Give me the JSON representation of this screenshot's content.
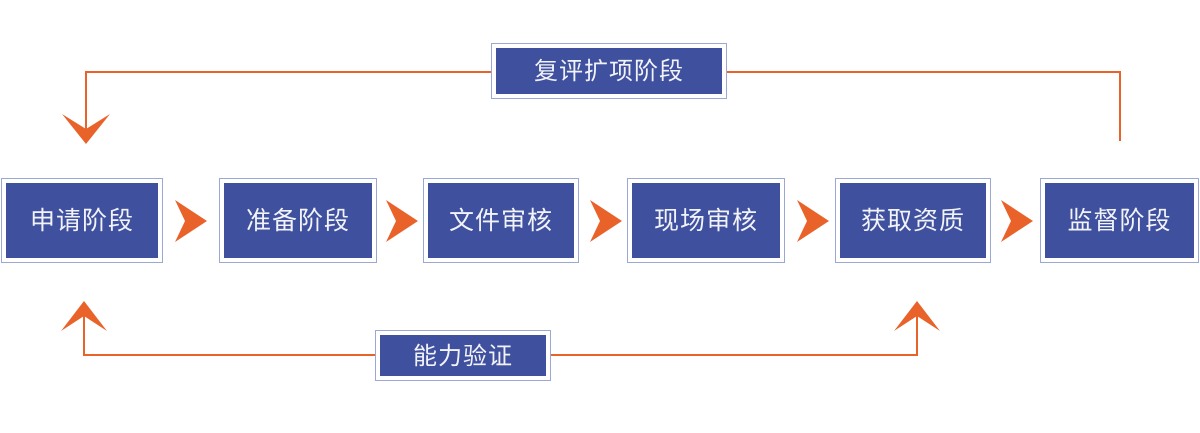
{
  "diagram": {
    "title_semantic": "certification-process-flow",
    "colors": {
      "box_fill": "#3F509E",
      "box_outer_border": "#9BA7D4",
      "box_text": "#F2F3F8",
      "connector_orange": "#E8622A",
      "background": "#FFFFFF"
    },
    "stages": [
      {
        "id": "application",
        "label": "申请阶段"
      },
      {
        "id": "preparation",
        "label": "准备阶段"
      },
      {
        "id": "doc-review",
        "label": "文件审核"
      },
      {
        "id": "onsite-audit",
        "label": "现场审核"
      },
      {
        "id": "get-qualification",
        "label": "获取资质"
      },
      {
        "id": "supervision",
        "label": "监督阶段"
      }
    ],
    "chevrons": [
      {
        "id": "chevron-1",
        "name": "chevron-right-icon"
      },
      {
        "id": "chevron-2",
        "name": "chevron-right-icon"
      },
      {
        "id": "chevron-3",
        "name": "chevron-right-icon"
      },
      {
        "id": "chevron-4",
        "name": "chevron-right-icon"
      },
      {
        "id": "chevron-5",
        "name": "chevron-right-icon"
      }
    ],
    "loops": {
      "top": {
        "id": "reassessment-expansion",
        "label": "复评扩项阶段",
        "from_stage": "supervision",
        "to_stage": "application",
        "direction": "right-to-left"
      },
      "bottom": {
        "id": "proficiency-testing",
        "label": "能力验证",
        "from_stage": "get-qualification",
        "to_stage": "application",
        "direction": "bidirectional-up"
      }
    }
  }
}
